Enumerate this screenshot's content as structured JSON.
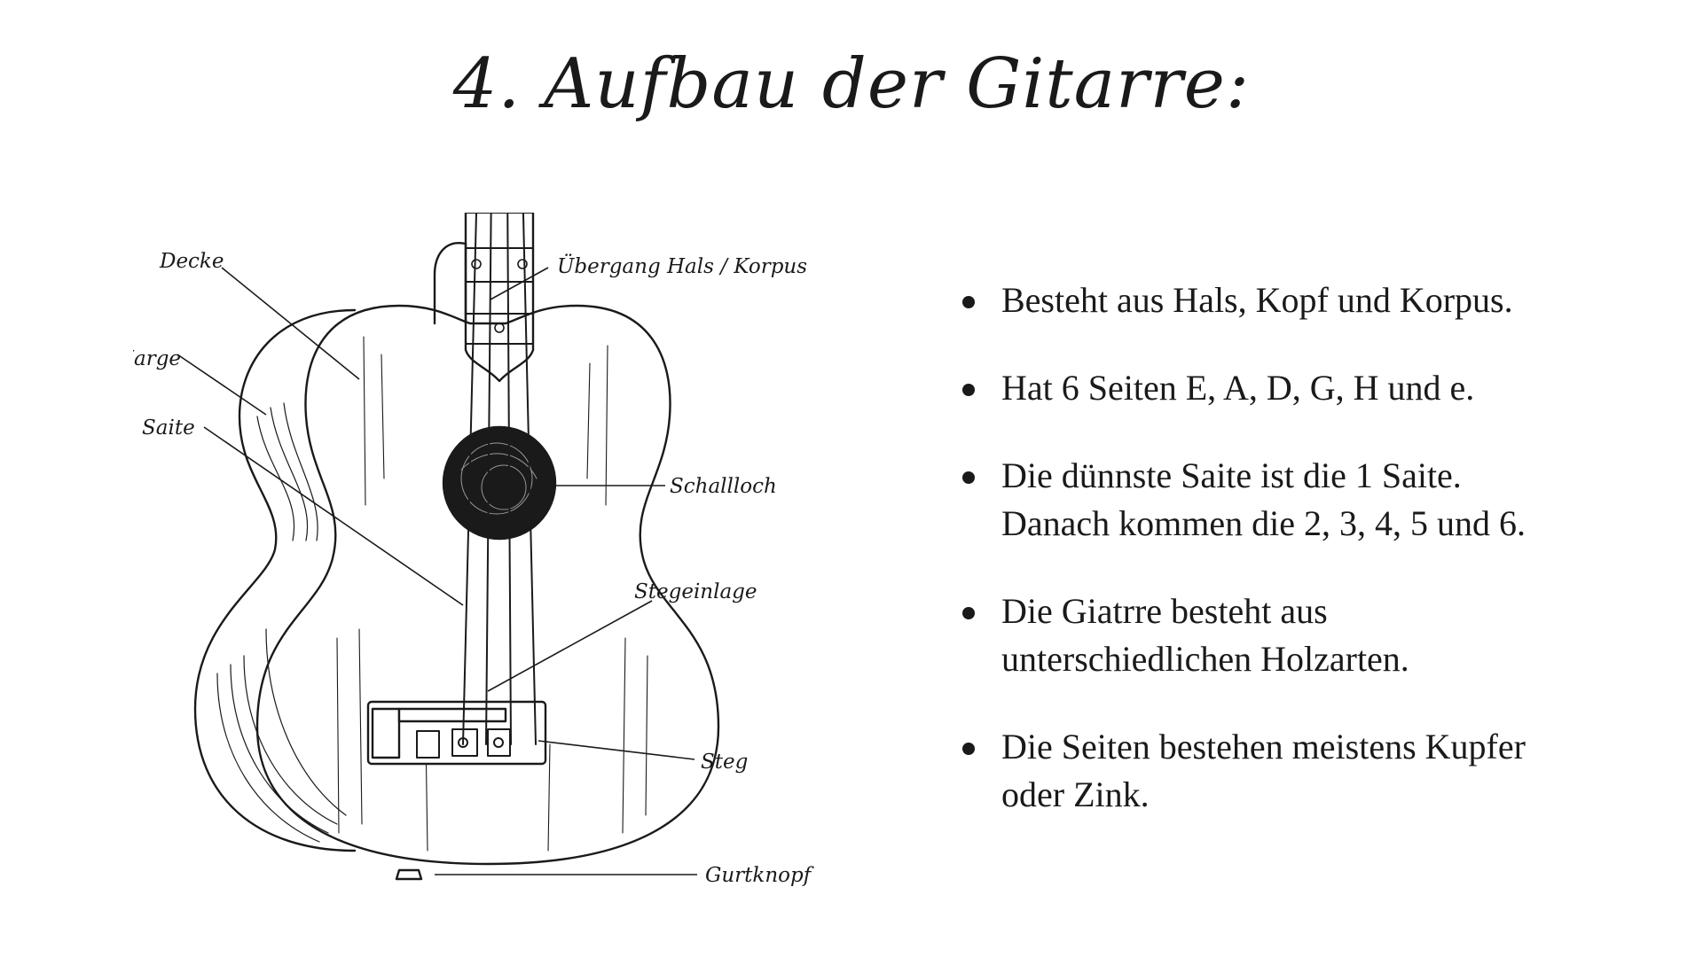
{
  "title": "4. Aufbau der Gitarre:",
  "diagram": {
    "labels": {
      "decke": "Decke",
      "uebergang": "Übergang Hals / Korpus",
      "zarge": "Zarge",
      "schallloch": "Schallloch",
      "saite": "Saite",
      "stegeinlage": "Stegeinlage",
      "steg": "Steg",
      "gurtknopf": "Gurtknopf"
    }
  },
  "bullets": [
    {
      "lines": [
        "Besteht aus Hals, Kopf und Korpus."
      ]
    },
    {
      "lines": [
        "Hat 6 Seiten E, A, D, G, H und e."
      ]
    },
    {
      "lines": [
        "Die dünnste Saite ist die 1 Saite.",
        "Danach kommen die 2, 3, 4, 5 und 6."
      ]
    },
    {
      "lines": [
        "Die Giatrre besteht aus",
        "unterschiedlichen Holzarten."
      ]
    },
    {
      "lines": [
        "Die Seiten bestehen meistens Kupfer",
        "oder Zink."
      ]
    }
  ]
}
